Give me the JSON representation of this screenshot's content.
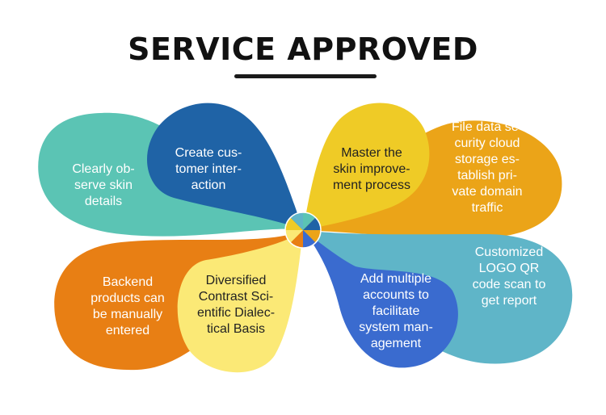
{
  "title": "SERVICE APPROVED",
  "colors": {
    "teal": "#5bc4b4",
    "blue": "#1f63a6",
    "yellow": "#efcb26",
    "gold": "#eba418",
    "orange": "#e87f14",
    "light_yellow": "#fbe976",
    "royal_blue": "#3a6bcf",
    "sky": "#5fb5c8"
  },
  "petals": [
    {
      "id": "teal",
      "text": "Clearly ob-\nserve skin\ndetails"
    },
    {
      "id": "blue",
      "text": "Create cus-\ntomer inter-\naction"
    },
    {
      "id": "yellow",
      "text": "Master the\nskin improve-\nment process"
    },
    {
      "id": "gold",
      "text": "File data se-\ncurity cloud\nstorage es-\ntablish pri-\nvate domain\ntraffic"
    },
    {
      "id": "orange",
      "text": "Backend\nproducts can\nbe manually\nentered"
    },
    {
      "id": "light_yellow",
      "text": "Diversified\nContrast Sci-\nentific Dialec-\ntical Basis"
    },
    {
      "id": "royal_blue",
      "text": "Add multiple\naccounts to\nfacilitate\nsystem man-\nagement"
    },
    {
      "id": "sky",
      "text": "Customized\nLOGO QR\ncode scan to\nget report"
    }
  ]
}
